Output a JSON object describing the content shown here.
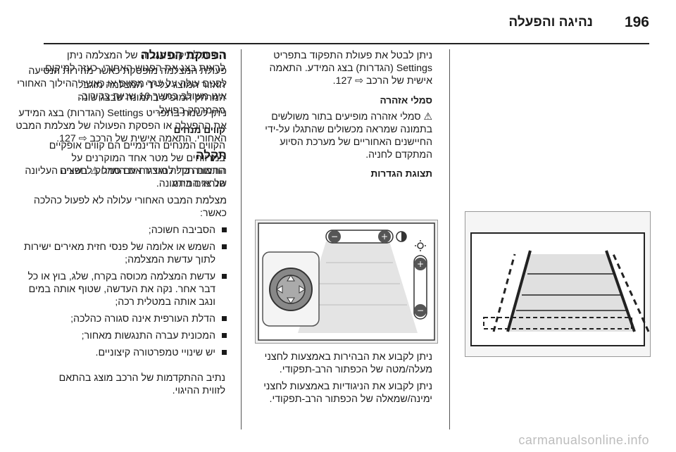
{
  "header": {
    "page_number": "196",
    "chapter": "נהיגה והפעלה"
  },
  "col1": {
    "p1": "ניתן לבטל את פעולת התפקוד בתפריט Settings (הגדרות) בצג המידע. התאמה אישית של הרכב ⇨ 127.",
    "h_warning": "סמלי אזהרה",
    "p2": "⚠ סמלי אזהרה מופיעים בתור משולשים בתמונה שמראה מכשולים שהתגלו על-ידי החיישנים האחוריים של מערכת הסיוע המתקדם לחניה.",
    "h_display": "תצוגת הגדרות",
    "p3": "ניתן לקבוע את הבהירות באמצעות לחצני מעלה/מטה של הכפתור הרב-תפקודי.",
    "p4": "ניתן לקבוע את הניגודיות באמצעות לחצני ימינה/שמאלה של הכפתור הרב-תפקודי."
  },
  "col2": {
    "h1": "הפסקת הפעולה",
    "p1": "פעולת המצלמה מופסקת כאשר מהירות הנסיעה לפנים עולה על ערך מסוים או כאשר ההילוך האחורי אינו משולב במשך 10 שניות בקירוב.",
    "p2": "ניתן לשנות בתפריט Settings (הגדרות) בצג המידע את ההפעלה או הפסקת הפעולה של מצלמת המבט האחורי. התאמה אישית של הרכב ⇨ 127.",
    "h2": "תקלה",
    "p3": "הודעות תקלה מוצגות עם סמל ⚠ בשורה העליונה של צג המידע.",
    "p4": "מצלמת המבט האחורי עלולה לא לפעול כהלכה כאשר:",
    "bullets": [
      "הסביבה חשוכה;",
      "השמש או אלומה של פנסי חזית מאירים ישירות לתוך עדשת המצלמה;",
      "עדשת המצלמה מכוסה בקרח, שלג, בוץ או כל דבר אחר. נקה את העדשה, שטוף אותה במים ונגב אותה במטלית רכה;",
      "הדלת העורפית אינה סגורה כהלכה;",
      "המכונית עברה התנגשות מאחור;",
      "יש שינויי טמפרטורה קיצוניים."
    ]
  },
  "col3": {
    "p1": "הודות למיקום הגבוה של המצלמה ניתן לראות בצג את הפגוש האחורי, כעזר למיקום.",
    "p2": "האזור המוצג על-ידי המצלמה מוגבל. המרחק המופיע בתמונה שבצג שונה מהמרחק בפועל.",
    "h_lines": "קווים מנחים",
    "p3": "הקווים המנחים הדינמיים הם קווים אופקיים במרווחים של מטר אחד המוקרנים על התמונה כדי להגדיר את המרחק לחפצים הנראים בתמונה.",
    "p4": "נתיב ההתקדמות של הרכב מוצג בהתאם לזווית ההיגוי."
  },
  "colors": {
    "figure_bg": "#ececec",
    "lane_fill": "#dcdcdc",
    "line_dark": "#1a1a1a"
  },
  "watermark": "carmanualsonline.info"
}
